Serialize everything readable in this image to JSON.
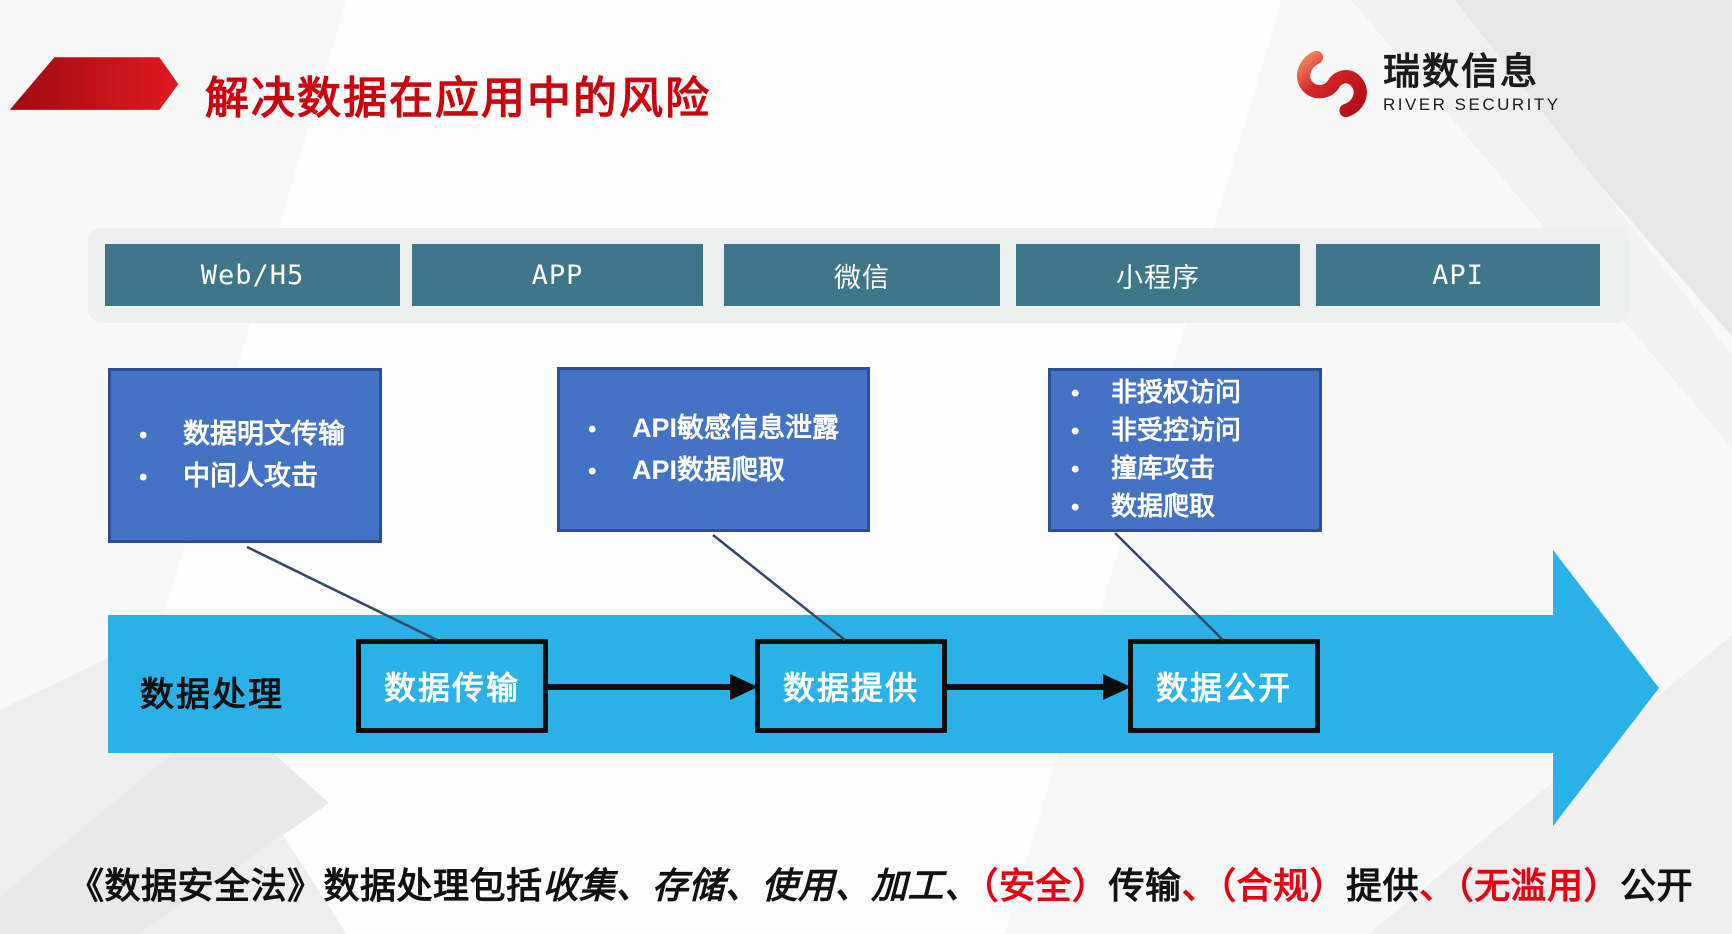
{
  "title": "解决数据在应用中的风险",
  "logo": {
    "name": "瑞数信息",
    "subtitle": "RIVER SECURITY"
  },
  "channels": [
    "Web/H5",
    "APP",
    "微信",
    "小程序",
    "API"
  ],
  "risk_groups": [
    {
      "items": [
        "数据明文传输",
        "中间人攻击"
      ]
    },
    {
      "items": [
        "API敏感信息泄露",
        "API数据爬取"
      ]
    },
    {
      "items": [
        "非授权访问",
        "非受控访问",
        "撞库攻击",
        "数据爬取"
      ]
    }
  ],
  "process": {
    "label": "数据处理",
    "stages": [
      "数据传输",
      "数据提供",
      "数据公开"
    ]
  },
  "footnote": {
    "segments": [
      {
        "text": "《数据安全法》数据处理包括",
        "style": "black"
      },
      {
        "text": "收集、存储、使用、加工、",
        "style": "black-italic"
      },
      {
        "text": "（安全）",
        "style": "red"
      },
      {
        "text": "传输",
        "style": "black"
      },
      {
        "text": "、",
        "style": "red"
      },
      {
        "text": "（合规）",
        "style": "red"
      },
      {
        "text": "提供",
        "style": "black"
      },
      {
        "text": "、",
        "style": "red"
      },
      {
        "text": "（无滥用）",
        "style": "red"
      },
      {
        "text": "公开",
        "style": "black"
      }
    ]
  },
  "colors": {
    "title_red": "#c9050f",
    "footnote_red": "#e60012",
    "channel_teal": "#3e7789",
    "risk_blue": "#4472c4",
    "risk_blue_border": "#2d4f92",
    "flow_cyan": "#29b1e8",
    "connector_navy": "#35466b"
  }
}
